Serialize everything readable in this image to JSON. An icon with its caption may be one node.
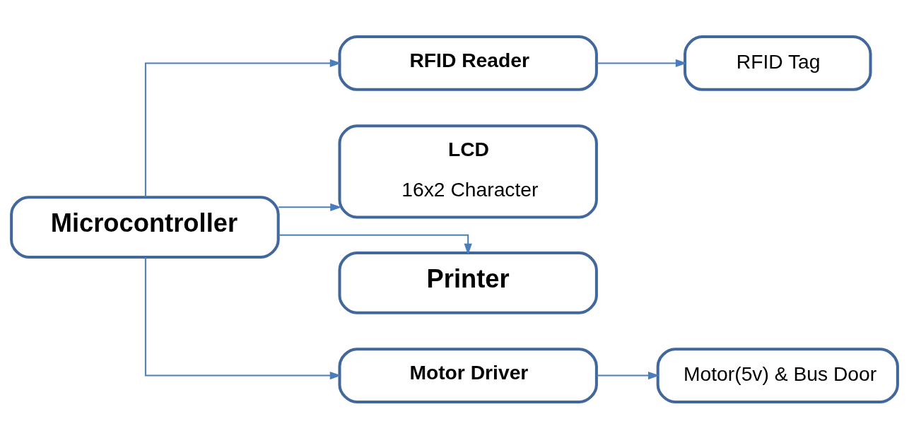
{
  "diagram": {
    "nodes": [
      {
        "text": [
          "Microcontroller"
        ]
      },
      {
        "text": [
          "RFID Reader"
        ]
      },
      {
        "text": [
          "RFID Tag"
        ]
      },
      {
        "text": [
          "LCD",
          "16x2 Character"
        ]
      },
      {
        "text": [
          "Printer"
        ]
      },
      {
        "text": [
          "Motor Driver"
        ]
      },
      {
        "text": [
          "Motor(5v) & Bus Door"
        ]
      }
    ],
    "edges": [
      {
        "from": 0,
        "to": 1,
        "arrow": "to"
      },
      {
        "from": 0,
        "to": 3,
        "arrow": "to"
      },
      {
        "from": 0,
        "to": 4,
        "arrow": "to"
      },
      {
        "from": 0,
        "to": 5,
        "arrow": "to"
      },
      {
        "from": 1,
        "to": 2,
        "arrow": "to"
      },
      {
        "from": 5,
        "to": 6,
        "arrow": "to"
      }
    ]
  }
}
